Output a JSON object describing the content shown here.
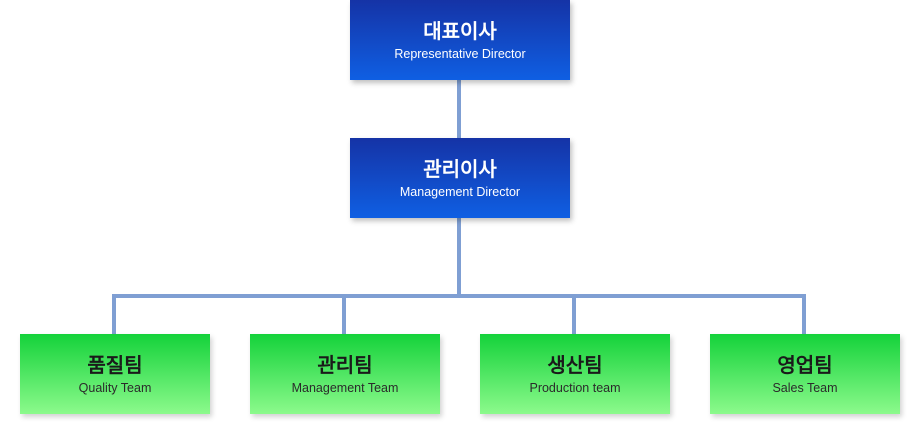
{
  "top": {
    "title": "대표이사",
    "subtitle": "Representative Director"
  },
  "middle": {
    "title": "관리이사",
    "subtitle": "Management Director"
  },
  "teams": [
    {
      "title": "품질팀",
      "subtitle": "Quality Team"
    },
    {
      "title": "관리팀",
      "subtitle": "Management Team"
    },
    {
      "title": "생산팀",
      "subtitle": "Production team"
    },
    {
      "title": "영업팀",
      "subtitle": "Sales Team"
    }
  ],
  "colors": {
    "executive_gradient": [
      "#1533a6",
      "#0f5fe3"
    ],
    "team_gradient": [
      "#14d23a",
      "#8cfa8c"
    ],
    "connector": "#7f9fd3"
  }
}
